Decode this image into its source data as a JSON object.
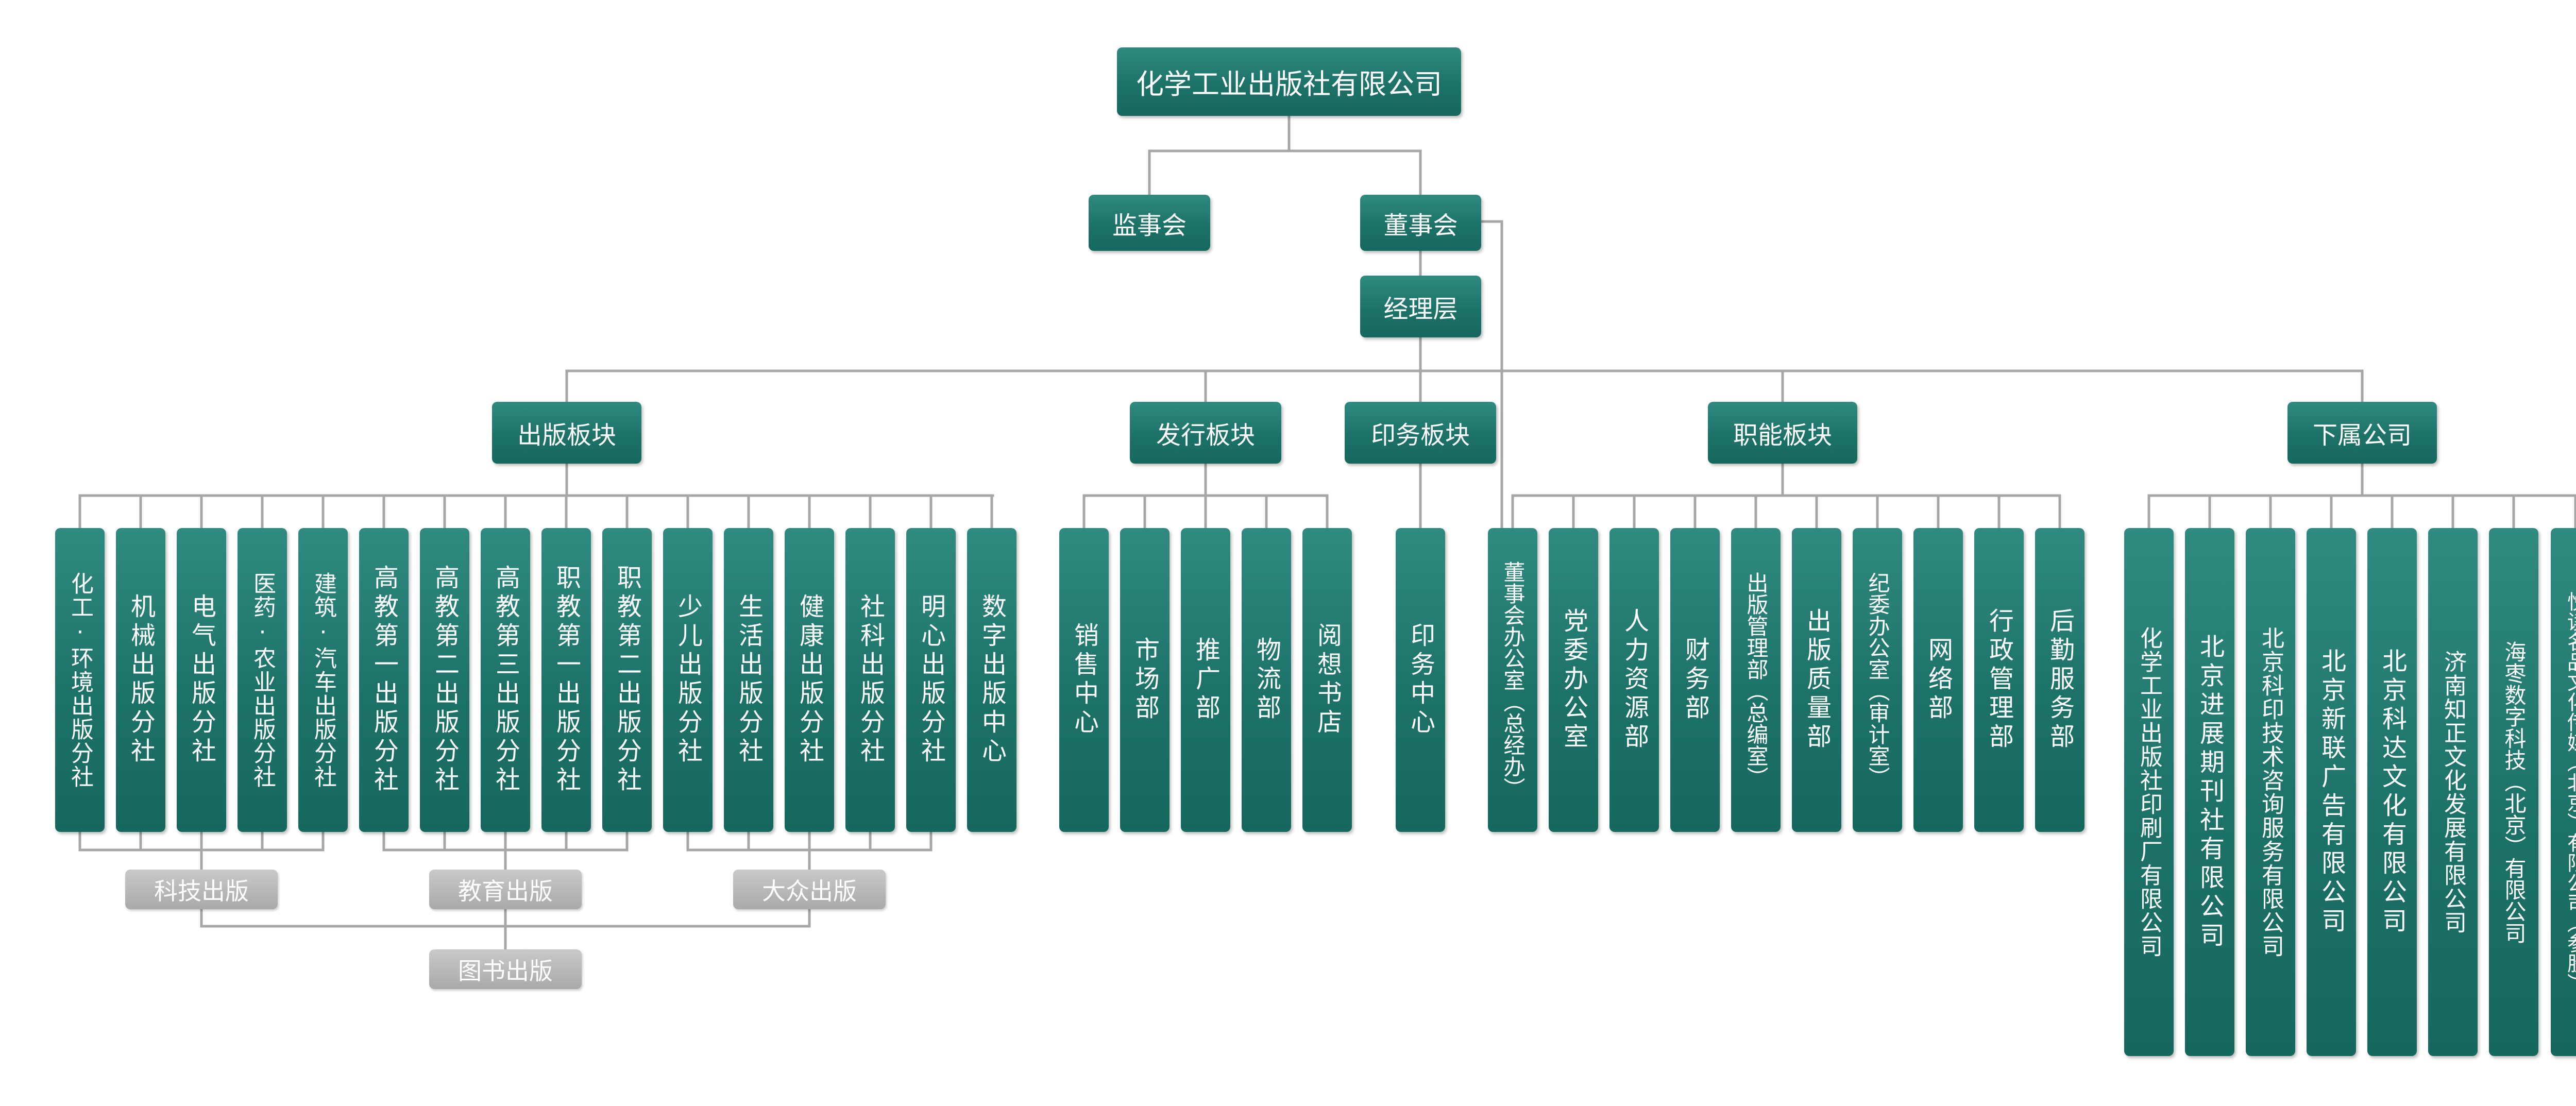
{
  "top": "化学工业出版社有限公司",
  "level2": {
    "supervisory": "监事会",
    "board": "董事会",
    "management": "经理层"
  },
  "sectors": {
    "publishing": {
      "label": "出版板块",
      "units": [
        "化工·环境出版分社",
        "机械出版分社",
        "电气出版分社",
        "医药·农业出版分社",
        "建筑·汽车出版分社",
        "高教第一出版分社",
        "高教第二出版分社",
        "高教第三出版分社",
        "职教第一出版分社",
        "职教第二出版分社",
        "少儿出版分社",
        "生活出版分社",
        "健康出版分社",
        "社科出版分社",
        "明心出版分社",
        "数字出版中心"
      ],
      "groups": {
        "tech": "科技出版",
        "education": "教育出版",
        "popular": "大众出版",
        "books": "图书出版"
      }
    },
    "distribution": {
      "label": "发行板块",
      "units": [
        "销售中心",
        "市场部",
        "推广部",
        "物流部",
        "阅想书店"
      ]
    },
    "printing": {
      "label": "印务板块",
      "units": [
        "印务中心"
      ]
    },
    "functional": {
      "label": "职能板块",
      "units": [
        "董事会办公室（总经办）",
        "党委办公室",
        "人力资源部",
        "财务部",
        "出版管理部（总编室）",
        "出版质量部",
        "纪委办公室（审计室）",
        "网络部",
        "行政管理部",
        "后勤服务部"
      ]
    },
    "subsidiaries": {
      "label": "下属公司",
      "units": [
        "化学工业出版社印刷厂有限公司",
        "北京进展期刊社有限公司",
        "北京科印技术咨询服务有限公司",
        "北京新联广告有限公司",
        "北京科达文化有限公司",
        "济南知正文化发展有限公司",
        "海枣数字科技（北京）有限公司",
        "悦读名品文化传媒（北京）有限公司（参股）"
      ]
    }
  }
}
